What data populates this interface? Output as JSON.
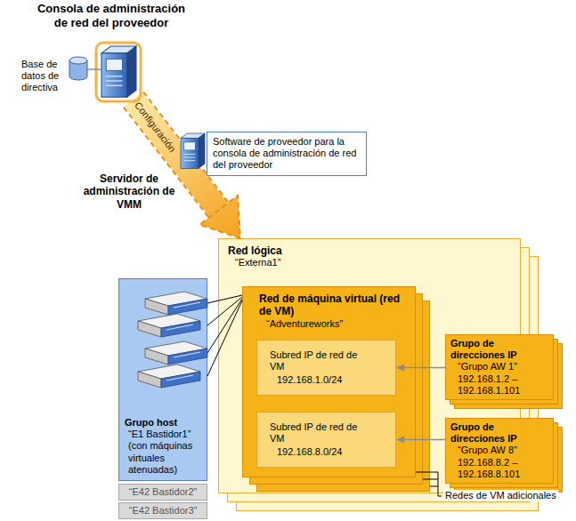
{
  "diagram": {
    "nodes": [
      {
        "text": [
          "Consola de administración de red del proveedor"
        ]
      },
      {
        "text": [
          "Software de proveedor para la consola de administración de red del proveedor"
        ]
      },
      {
        "text": [
          "Servidor de administración de VMM"
        ]
      },
      {
        "text": [
          "Red lógica",
          "“Externa1”"
        ]
      },
      {
        "text": [
          "Red de máquina virtual (red de VM)",
          "“Adventureworks”"
        ],
        "in": 3
      },
      {
        "text": [
          "Subred IP de red de VM",
          "192.168.1.0/24"
        ],
        "in": 4
      },
      {
        "text": [
          "Subred IP de red de VM",
          "192.168.8.0/24"
        ],
        "in": 4
      },
      {
        "text": [
          "Grupo de direcciones IP",
          "“Grupo AW 1”",
          "192.168.1.2 – 192.168.1.101"
        ]
      },
      {
        "text": [
          "Grupo de direcciones IP",
          "“Grupo AW 8”",
          "192.168.8.2 – 192.168.8.101"
        ]
      },
      {
        "text": [
          "Grupo host",
          "“E1 Bastidor1”",
          "(con máquinas virtuales atenuadas)"
        ]
      },
      {
        "text": [
          "“E42 Bastidor2”"
        ]
      },
      {
        "text": [
          "“E42 Bastidor3”"
        ]
      }
    ],
    "edges": [
      {
        "from": 0,
        "to": 3,
        "label": "Configuración",
        "arrow": "to"
      },
      {
        "from": 9,
        "to": 4,
        "arrow": "none"
      },
      {
        "from": 9,
        "to": 4,
        "arrow": "none"
      },
      {
        "from": 9,
        "to": 4,
        "arrow": "none"
      },
      {
        "from": 9,
        "to": 4,
        "arrow": "none"
      },
      {
        "from": 7,
        "to": 5,
        "arrow": "to"
      },
      {
        "from": 8,
        "to": 6,
        "arrow": "to"
      }
    ],
    "labels": [
      "Base de datos de directiva",
      "Redes de VM adicionales"
    ]
  }
}
